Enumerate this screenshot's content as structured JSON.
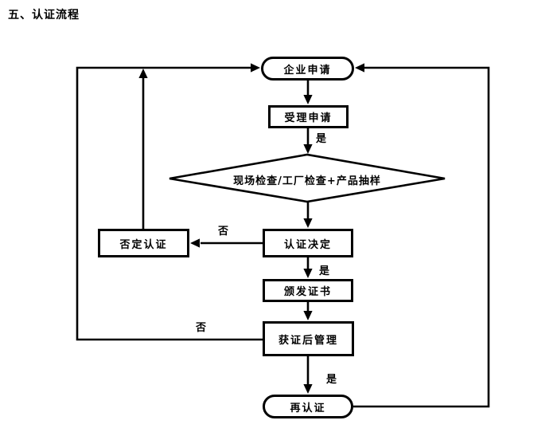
{
  "page": {
    "title": "五、认证流程"
  },
  "flowchart": {
    "colors": {
      "line": "#000000",
      "node_fill": "#ffffff",
      "background": "#ffffff"
    },
    "nodes": [
      {
        "id": "apply",
        "label": "企业申请",
        "shape": "stadium"
      },
      {
        "id": "accept",
        "label": "受理申请",
        "shape": "rect"
      },
      {
        "id": "inspect",
        "label": "现场检查/工厂检查+产品抽样",
        "shape": "diamond"
      },
      {
        "id": "decision",
        "label": "认证决定",
        "shape": "rect"
      },
      {
        "id": "deny",
        "label": "否定认证",
        "shape": "rect"
      },
      {
        "id": "issue",
        "label": "颁发证书",
        "shape": "rect"
      },
      {
        "id": "post",
        "label": "获证后管理",
        "shape": "rect"
      },
      {
        "id": "recert",
        "label": "再认证",
        "shape": "stadium"
      }
    ],
    "edge_labels": {
      "yes1": "是",
      "no1": "否",
      "yes2": "是",
      "no2": "否",
      "yes3": "是"
    },
    "edges": [
      {
        "from": "企业申请",
        "to": "受理申请",
        "label": ""
      },
      {
        "from": "受理申请",
        "to": "现场检查/工厂检查+产品抽样",
        "label": "是"
      },
      {
        "from": "现场检查/工厂检查+产品抽样",
        "to": "认证决定",
        "label": ""
      },
      {
        "from": "认证决定",
        "to": "否定认证",
        "label": "否"
      },
      {
        "from": "否定认证",
        "to": "企业申请",
        "label": ""
      },
      {
        "from": "认证决定",
        "to": "颁发证书",
        "label": "是"
      },
      {
        "from": "颁发证书",
        "to": "获证后管理",
        "label": ""
      },
      {
        "from": "获证后管理",
        "to": "企业申请",
        "label": "否"
      },
      {
        "from": "获证后管理",
        "to": "再认证",
        "label": "是"
      },
      {
        "from": "再认证",
        "to": "企业申请",
        "label": ""
      }
    ]
  }
}
